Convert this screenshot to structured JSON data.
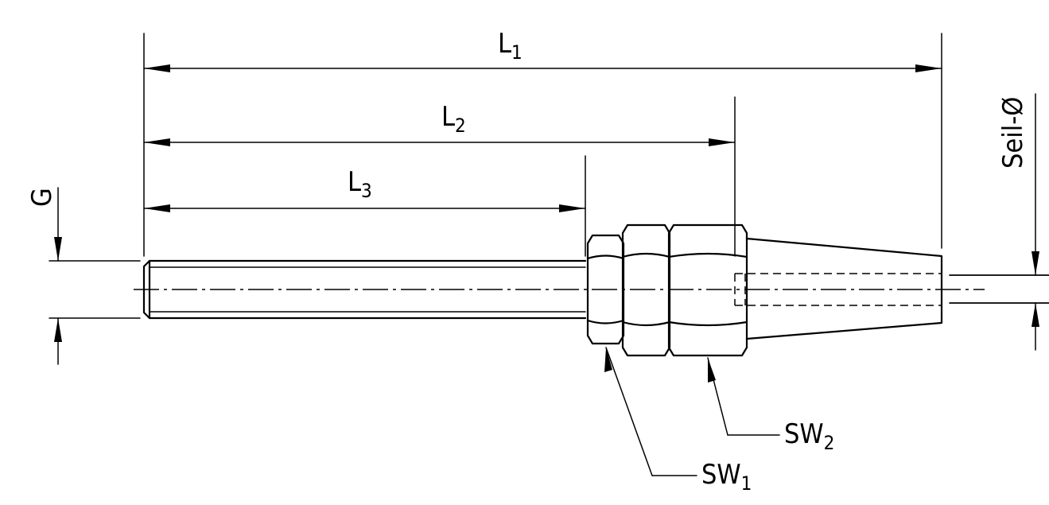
{
  "labels": {
    "L1": {
      "main": "L",
      "sub": "1"
    },
    "L2": {
      "main": "L",
      "sub": "2"
    },
    "L3": {
      "main": "L",
      "sub": "3"
    },
    "G": "G",
    "seil": "Seil-Ø",
    "SW1": {
      "main": "SW",
      "sub": "1"
    },
    "SW2": {
      "main": "SW",
      "sub": "2"
    }
  }
}
